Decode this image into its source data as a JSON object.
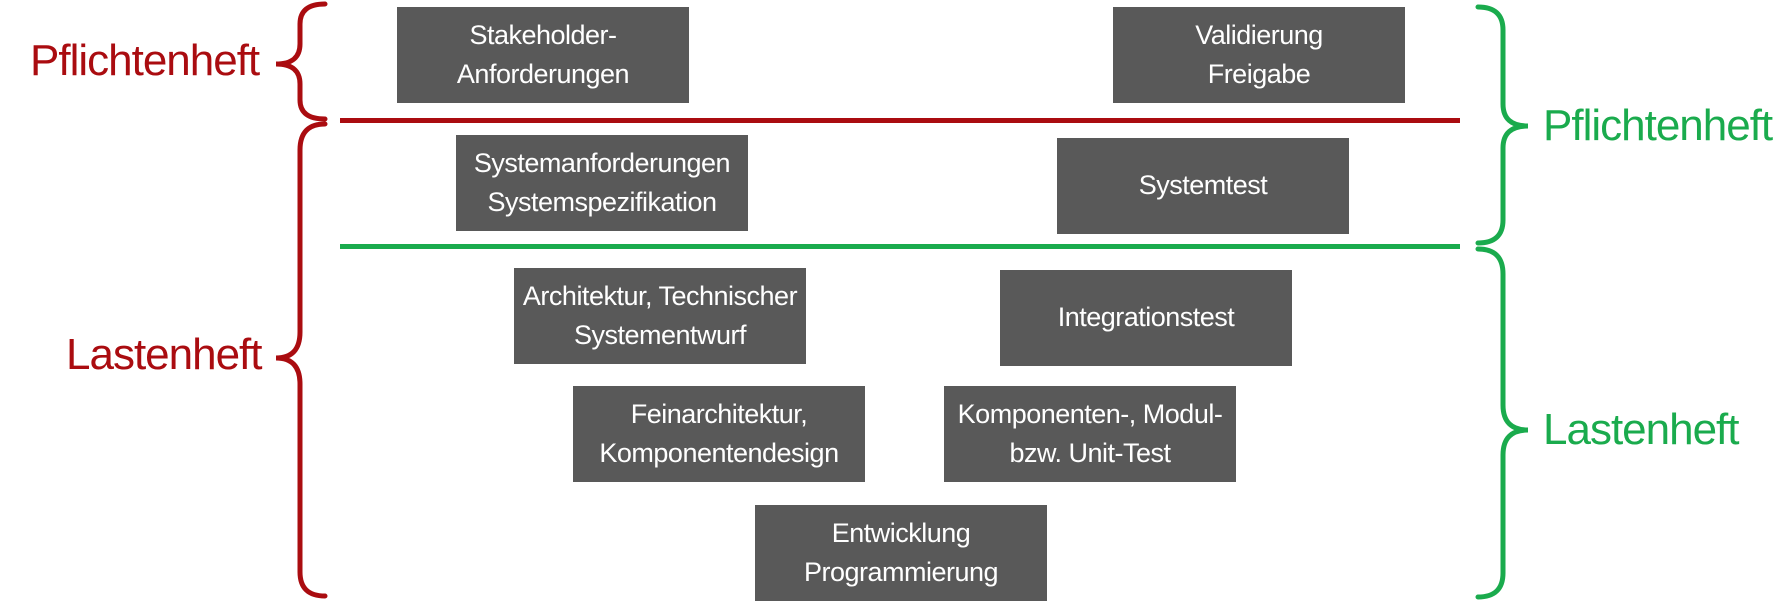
{
  "colors": {
    "red": "#aa0c10",
    "green": "#1aab4d",
    "box": "#595959",
    "box_text": "#ffffff"
  },
  "left_labels": {
    "top": "Pflichtenheft",
    "bottom": "Lastenheft"
  },
  "right_labels": {
    "top": "Pflichtenheft",
    "bottom": "Lastenheft"
  },
  "boxes": {
    "stakeholder": {
      "line1": "Stakeholder-",
      "line2": "Anforderungen"
    },
    "validierung": {
      "line1": "Validierung",
      "line2": "Freigabe"
    },
    "systemanforderungen": {
      "line1": "Systemanforderungen",
      "line2": "Systemspezifikation"
    },
    "systemtest": {
      "line1": "Systemtest"
    },
    "architektur": {
      "line1": "Architektur, Technischer",
      "line2": "Systementwurf"
    },
    "integrationstest": {
      "line1": "Integrationstest"
    },
    "feinarchitektur": {
      "line1": "Feinarchitektur,",
      "line2": "Komponentendesign"
    },
    "komponententest": {
      "line1": "Komponenten-, Modul-",
      "line2": "bzw. Unit-Test"
    },
    "entwicklung": {
      "line1": "Entwicklung",
      "line2": "Programmierung"
    }
  }
}
